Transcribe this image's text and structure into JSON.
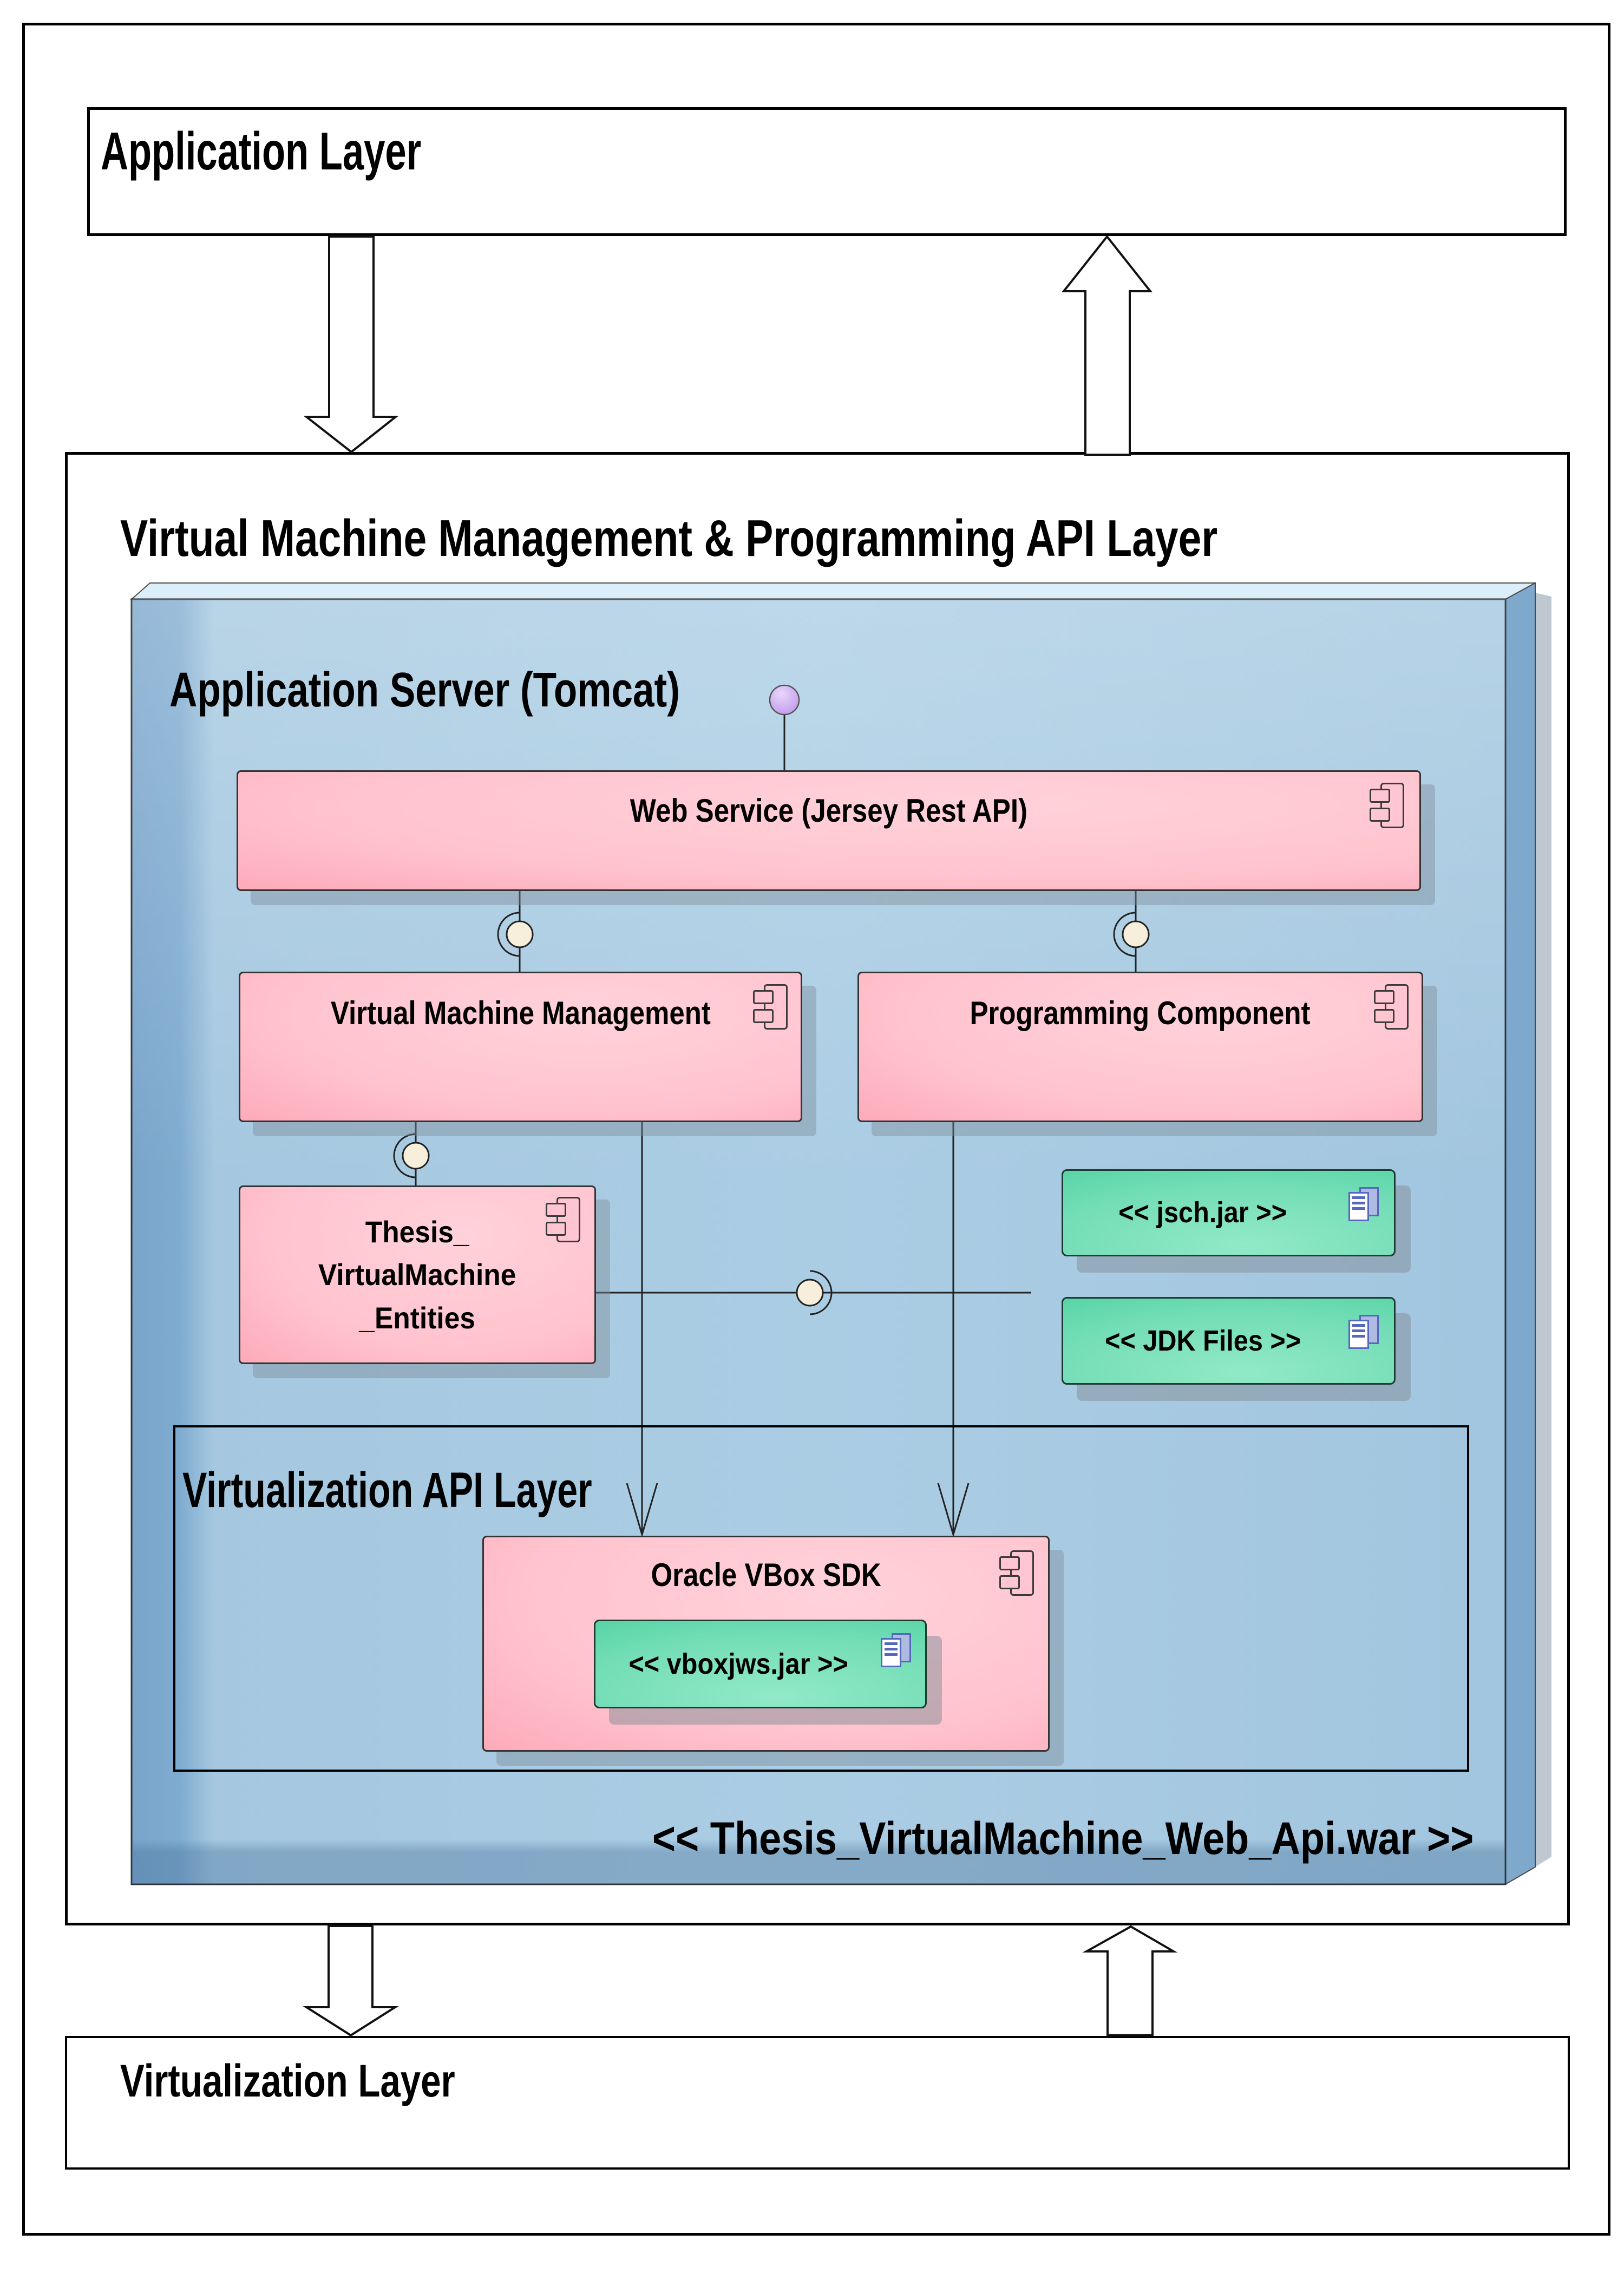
{
  "diagram": {
    "application_layer_title": "Application Layer",
    "middle_layer_title": "Virtual Machine Management & Programming API Layer",
    "app_server_title": "Application Server (Tomcat)",
    "web_service_label": "Web Service (Jersey Rest API)",
    "vm_management_label": "Virtual Machine Management",
    "programming_label": "Programming Component",
    "entities": [
      "Thesis_",
      "VirtualMachine",
      "_Entities"
    ],
    "jsch_label": "<< jsch.jar >>",
    "jdk_label": "<< JDK Files >>",
    "virtualization_api_title": "Virtualization API Layer",
    "oracle_sdk_label": "Oracle VBox SDK",
    "vboxjws_label": "<< vboxjws.jar >>",
    "war_label": "<< Thesis_VirtualMachine_Web_Api.war >>",
    "virtualization_layer_title": "Virtualization Layer"
  },
  "colors": {
    "pink_dark": "#fb8da3",
    "pink_light": "#ffc9d3",
    "green_dark": "#3cc795",
    "green_light": "#8ce7c4",
    "blue_front": "#a8cbe2",
    "blue_top": "#dbeefa",
    "blue_side": "#7ea9cc",
    "purple_ball": "#c9a3f0",
    "interface_ball": "#f7eedb",
    "doc_icon_blue": "#5468bd",
    "border": "#000000"
  }
}
